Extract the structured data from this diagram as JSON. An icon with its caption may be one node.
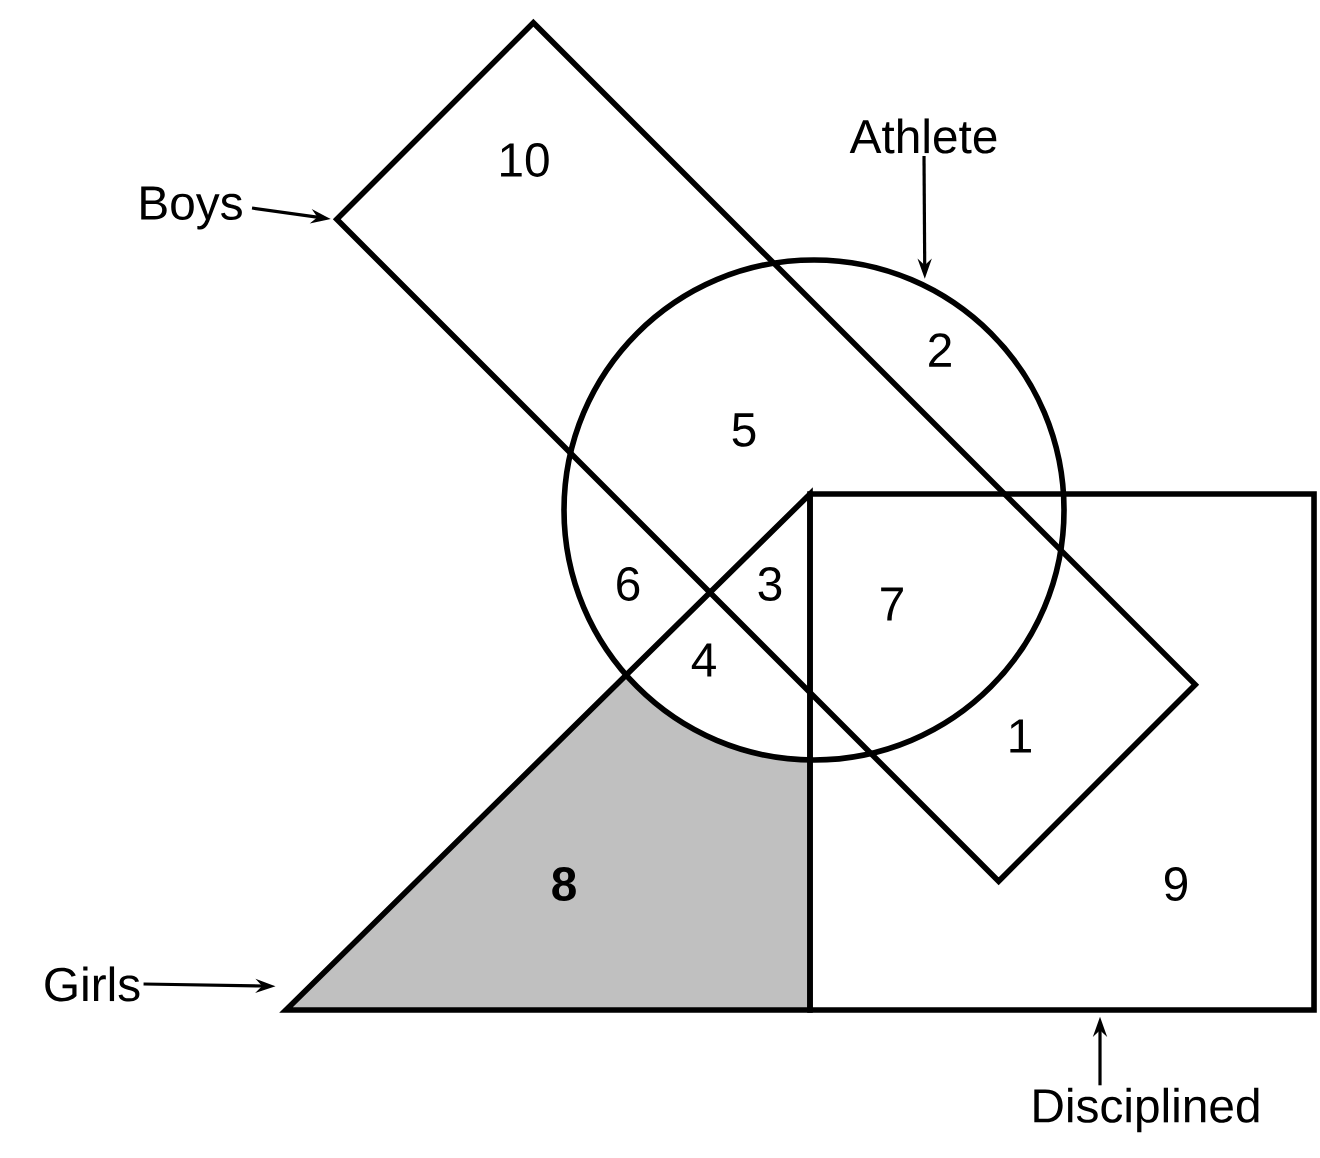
{
  "diagram": {
    "nodes": [
      {
        "text": [
          "Boys"
        ]
      },
      {
        "text": [],
        "shape": "box"
      },
      {
        "text": [
          "Athlete"
        ]
      },
      {
        "text": [],
        "shape": "circle"
      },
      {
        "text": [
          "Girls"
        ]
      },
      {
        "text": [],
        "shape": "triangle"
      },
      {
        "text": [
          "Disciplined"
        ]
      },
      {
        "text": [],
        "shape": "box"
      }
    ],
    "edges": [
      {
        "from": 0,
        "to": 1,
        "arrow": "to"
      },
      {
        "from": 2,
        "to": 3,
        "arrow": "to"
      },
      {
        "from": 4,
        "to": 5,
        "arrow": "to"
      },
      {
        "from": 6,
        "to": 7,
        "arrow": "to"
      }
    ],
    "labels": [
      "10",
      "2",
      "5",
      "6",
      "3",
      "7",
      "4",
      "1",
      "8",
      "9"
    ]
  }
}
